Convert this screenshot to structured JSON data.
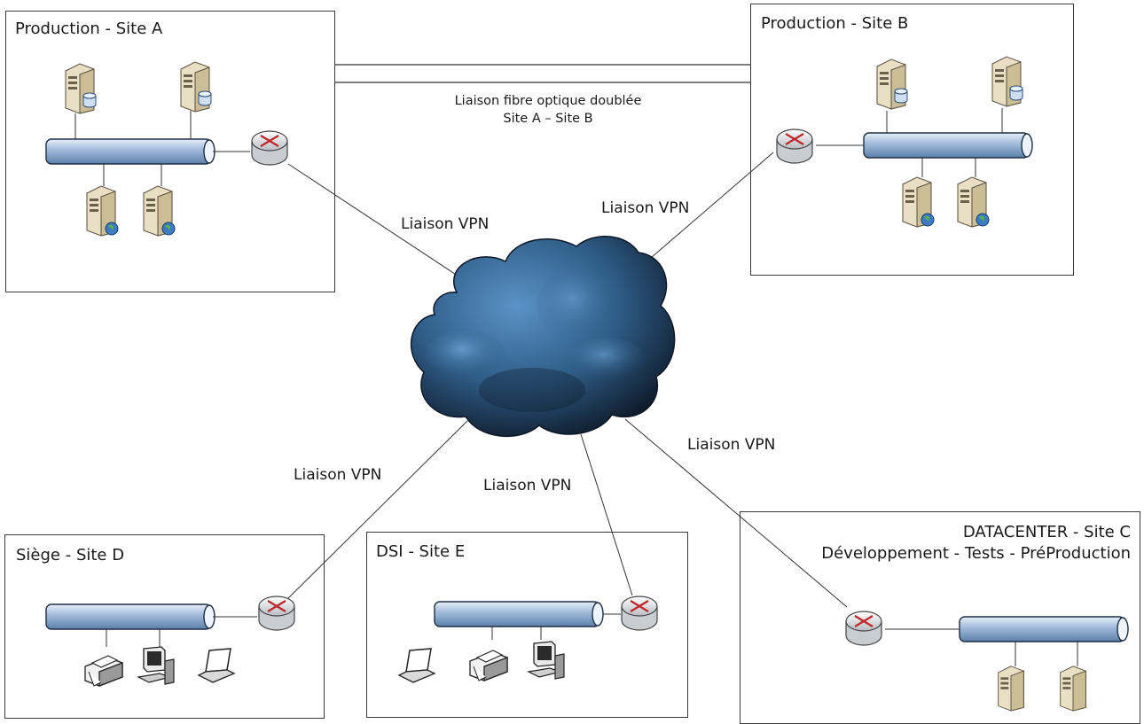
{
  "sites": {
    "site_a": {
      "title": "Production - Site A"
    },
    "site_b": {
      "title": "Production - Site B"
    },
    "site_c": {
      "title_line1": "DATACENTER - Site C",
      "title_line2": "Développement - Tests - PréProduction"
    },
    "site_d": {
      "title": "Siège - Site D"
    },
    "site_e": {
      "title": "DSI - Site E"
    }
  },
  "links": {
    "fiber": {
      "line1": "Liaison fibre optique doublée",
      "line2": "Site A – Site B"
    },
    "vpn_a": "Liaison VPN",
    "vpn_b": "Liaison VPN",
    "vpn_d": "Liaison VPN",
    "vpn_e": "Liaison VPN",
    "vpn_c": "Liaison VPN"
  },
  "icons": {
    "server": "server-icon",
    "db_server": "database-server-icon",
    "web_server": "web-server-icon",
    "router": "router-icon",
    "bus": "network-bus-icon",
    "cloud": "cloud-icon",
    "printer": "printer-icon",
    "workstation": "workstation-icon",
    "laptop": "laptop-icon"
  },
  "colors": {
    "bus_fill": "#9fb9d9",
    "cloud_dark": "#1a2e45",
    "cloud_light": "#4f86b8",
    "router_arrow": "#c0262a"
  }
}
